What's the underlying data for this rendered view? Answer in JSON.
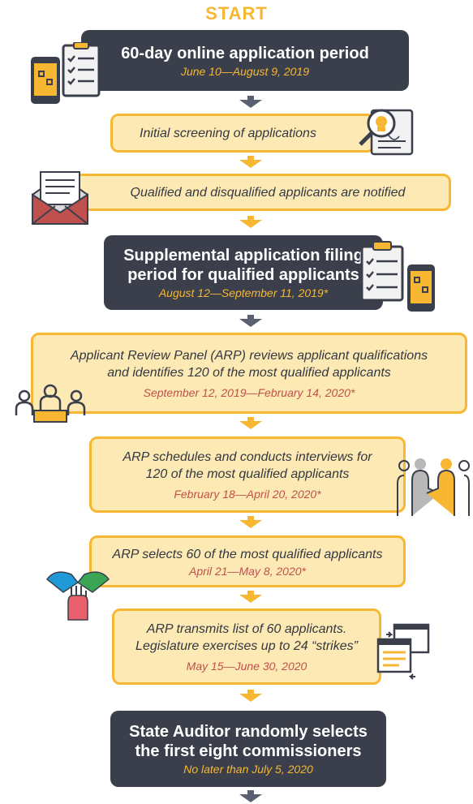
{
  "start_label": "START",
  "colors": {
    "dark": "#3a3f4b",
    "accent": "#f7b733",
    "light": "#fde9b4",
    "date_red": "#c0504d"
  },
  "steps": [
    {
      "title": "60-day online application period",
      "date": "June 10—August 9, 2019"
    },
    {
      "title": "Initial screening of applications"
    },
    {
      "title": "Qualified and disqualified applicants are notified"
    },
    {
      "title_line1": "Supplemental application filing",
      "title_line2": "period for qualified applicants",
      "date": "August 12—September 11, 2019*"
    },
    {
      "title_line1": "Applicant Review Panel (ARP) reviews applicant qualifications",
      "title_line2": "and identifies 120 of the most qualified applicants",
      "date": "September 12, 2019—February 14, 2020*"
    },
    {
      "title_line1": "ARP schedules and conducts interviews for",
      "title_line2": "120 of the most qualified applicants",
      "date": "February 18—April 20, 2020*"
    },
    {
      "title": "ARP selects 60 of the most qualified applicants",
      "date": "April 21—May 8, 2020*"
    },
    {
      "title_line1": "ARP transmits list of 60 applicants.",
      "title_line2": "Legislature exercises up to 24 “strikes”",
      "date": "May 15—June 30, 2020"
    },
    {
      "title_line1": "State Auditor randomly selects",
      "title_line2": "the first eight commissioners",
      "date": "No later than July 5, 2020"
    }
  ],
  "icons": [
    "phone-checklist-icon",
    "magnifier-document-icon",
    "envelope-letter-icon",
    "checklist-phone-icon",
    "review-panel-icon",
    "handshake-interview-icon",
    "joined-hands-icon",
    "transmit-list-icon"
  ]
}
